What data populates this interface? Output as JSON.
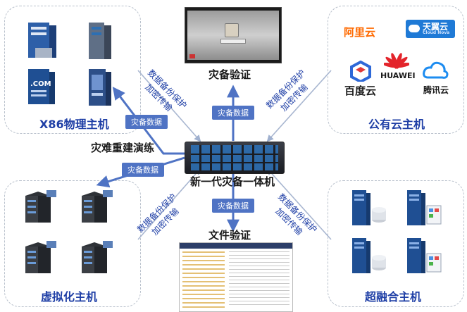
{
  "panels": {
    "x86": {
      "label": "X86物理主机",
      "icons": [
        "server-icon",
        "tower-server-icon",
        "com-server-icon",
        "blade-server-icon"
      ]
    },
    "cloud": {
      "label": "公有云主机",
      "logos": [
        "阿里云",
        "天翼云",
        "Cloud Nova",
        "百度云",
        "HUAWEI",
        "腾讯云"
      ]
    },
    "virtual": {
      "label": "虚拟化主机",
      "icons": [
        "server-rack-icon",
        "server-rack-icon",
        "server-rack-icon",
        "server-rack-icon"
      ]
    },
    "fusion": {
      "label": "超融合主机",
      "icons": [
        "hyper-server-icon",
        "hyper-server-icon",
        "hyper-server-icon",
        "hyper-server-icon"
      ]
    }
  },
  "center": {
    "top_title": "灾备验证",
    "bottom_title": "文件验证",
    "device_title": "新一代灾备一体机",
    "rebuild_label": "灾难重建演练"
  },
  "tags": {
    "top": "灾备数据",
    "bottom": "灾备数据",
    "left_upper": "灾备数据",
    "left_lower": "灾备数据"
  },
  "flows": {
    "upper_left_line1": "数据备份保护",
    "upper_left_line2": "加密传输",
    "upper_right_line1": "数据备份保护",
    "upper_right_line2": "加密传输",
    "lower_left_line1": "数据备份保护",
    "lower_left_line2": "加密传输",
    "lower_right_line1": "数据备份保护",
    "lower_right_line2": "加密传输"
  },
  "colors": {
    "accent": "#4f73c4",
    "text_blue": "#1f3fa6",
    "panel_border": "#b9c1cc",
    "aliyun": "#ff6a00",
    "tianyi": "#1f7ad6",
    "huawei": "#e3242b",
    "baidu": "#2d68d8",
    "tencent": "#1d8cf0"
  }
}
